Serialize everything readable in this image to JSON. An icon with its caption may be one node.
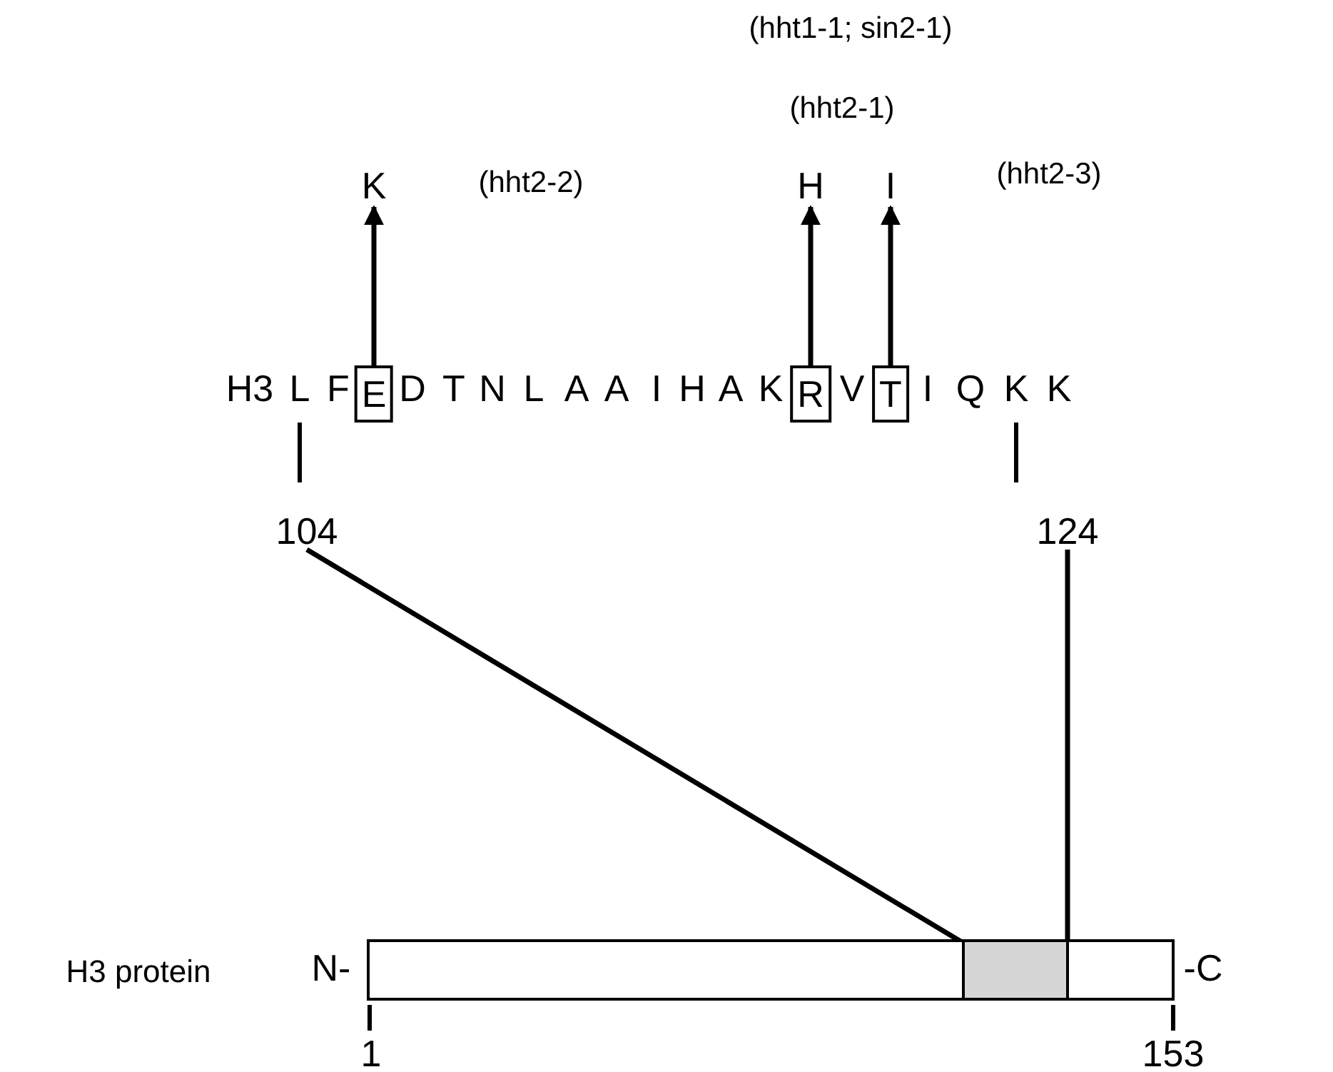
{
  "diagram": {
    "nodes": [
      {
        "text": [
          "K"
        ],
        "beside": [
          "(hht2-2)"
        ]
      },
      {
        "text": [
          "H"
        ],
        "beside": [
          "(hht1-1; sin2-1)",
          "(hht2-1)"
        ]
      },
      {
        "text": [
          "I"
        ],
        "beside": [
          "(hht2-3)"
        ]
      },
      {
        "text": [
          "E"
        ]
      },
      {
        "text": [
          "R"
        ]
      },
      {
        "text": [
          "T"
        ]
      },
      {
        "text": [
          "104"
        ]
      },
      {
        "text": [
          "124"
        ]
      },
      {
        "text": [],
        "shape": "bar"
      },
      {
        "text": [],
        "shape": "box",
        "in": 8
      }
    ],
    "edges": [
      {
        "from": 3,
        "to": 0,
        "arrow": "to"
      },
      {
        "from": 4,
        "to": 1,
        "arrow": "to"
      },
      {
        "from": 5,
        "to": 2,
        "arrow": "to"
      },
      {
        "from": 6,
        "to": 9,
        "arrow": "none"
      },
      {
        "from": 7,
        "to": 9,
        "arrow": "none"
      }
    ],
    "labels": [
      "H3",
      "L",
      "F",
      "D",
      "T",
      "N",
      "L",
      "A",
      "A",
      "I",
      "H",
      "A",
      "K",
      "V",
      "I",
      "Q",
      "K",
      "K",
      "H3 protein",
      "N-",
      "-C",
      "1",
      "153"
    ]
  }
}
